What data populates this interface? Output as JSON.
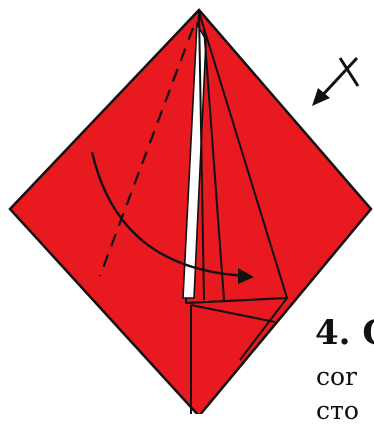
{
  "instruction": {
    "step_number": "4. C",
    "caption_line_1": "cor",
    "caption_line_2": "cто"
  },
  "symbols": {
    "fold_arrow": "curved-fold-arrow",
    "turn_over_mark": "x-arrow-symbol"
  },
  "colors": {
    "paper_front": "#e8191f",
    "crease": "#111111",
    "white_gap": "#ffffff"
  }
}
